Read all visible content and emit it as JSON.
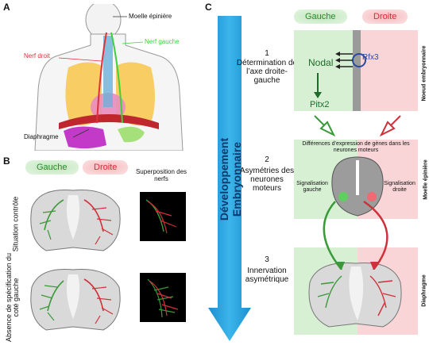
{
  "panels": {
    "a": "A",
    "b": "B",
    "c": "C"
  },
  "panel_a": {
    "moelle_epiniere": "Moelle épinière",
    "nerf_droit": "Nerf droit",
    "nerf_gauche": "Nerf gauche",
    "diaphragme": "Diaphragme"
  },
  "panel_b": {
    "gauche": "Gauche",
    "droite": "Droite",
    "superposition": "Superposition des nerfs",
    "situation_controle": "Situation contrôle",
    "absence": "Absence de spécification du coté gauche"
  },
  "panel_c": {
    "gauche": "Gauche",
    "droite": "Droite",
    "arrow_label": "Développement Embryonnaire",
    "step1_num": "1",
    "step1_text": "Détermination de l’axe droite-gauche",
    "step2_num": "2",
    "step2_text": "Asymétries des neurones moteurs",
    "step3_num": "3",
    "step3_text": "Innervation asymétrique",
    "nodal": "Nodal",
    "pitx2": "Pitx2",
    "rfx3": "Rfx3",
    "noeud_embryonnaire": "Noeud embryonnaire",
    "differences": "Différences d’expression de gènes dans les neurones moteurs",
    "signal_gauche": "Signalisation gauche",
    "signal_droite": "Signalisation droite",
    "moelle_epiniere": "Moelle épinière",
    "diaphragme": "Diaphragme"
  },
  "colors": {
    "green": "#3a9a3a",
    "red": "#e0303a",
    "light_green": "#d7f0d4",
    "light_red": "#f9d5d7",
    "blue_arrow": "#2aa3dc"
  }
}
